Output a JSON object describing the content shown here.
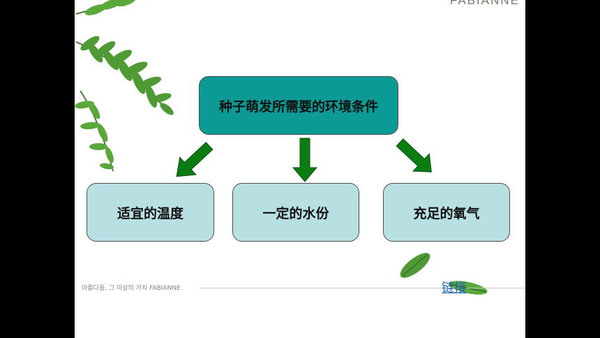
{
  "brand_top": "FABIANNE",
  "footer_tagline": "아름다움, 그 이상의 가치 FABIANNE",
  "diagram": {
    "root": "种子萌发所需要的环境条件",
    "children": [
      "适宜的温度",
      "一定的水份",
      "充足的氧气"
    ]
  },
  "link_text": "链接",
  "colors": {
    "root_fill": "#0c9a94",
    "child_fill": "#b8e0e3",
    "arrow": "#0a7c12",
    "link": "#1f63b8"
  }
}
